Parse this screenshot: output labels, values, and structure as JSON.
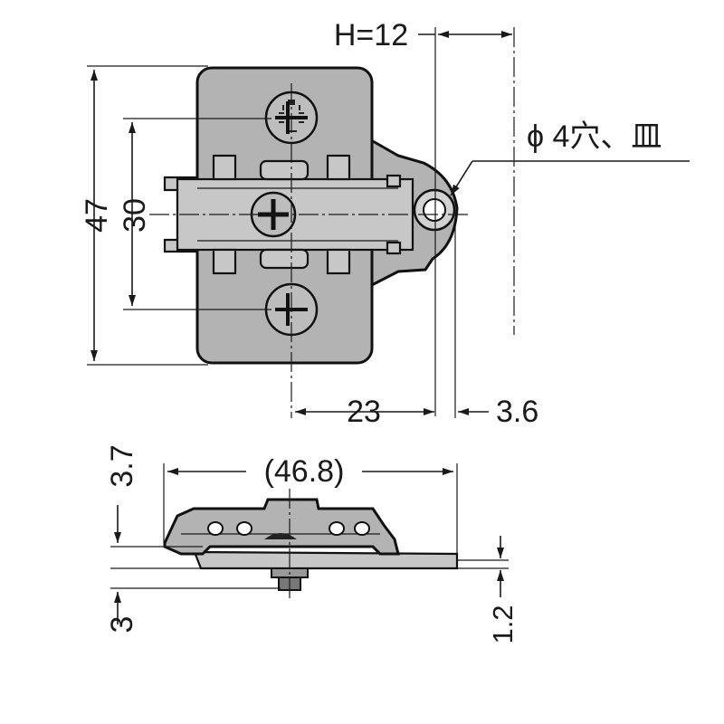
{
  "dimensions": {
    "h": "H=12",
    "hole": "ϕ 4穴、皿",
    "height_47": "47",
    "height_30": "30",
    "offset_23": "23",
    "offset_3_6": "3.6",
    "width_46_8": "(46.8)",
    "thickness_3_7": "3.7",
    "thickness_3": "3",
    "thickness_1_2": "1.2"
  }
}
